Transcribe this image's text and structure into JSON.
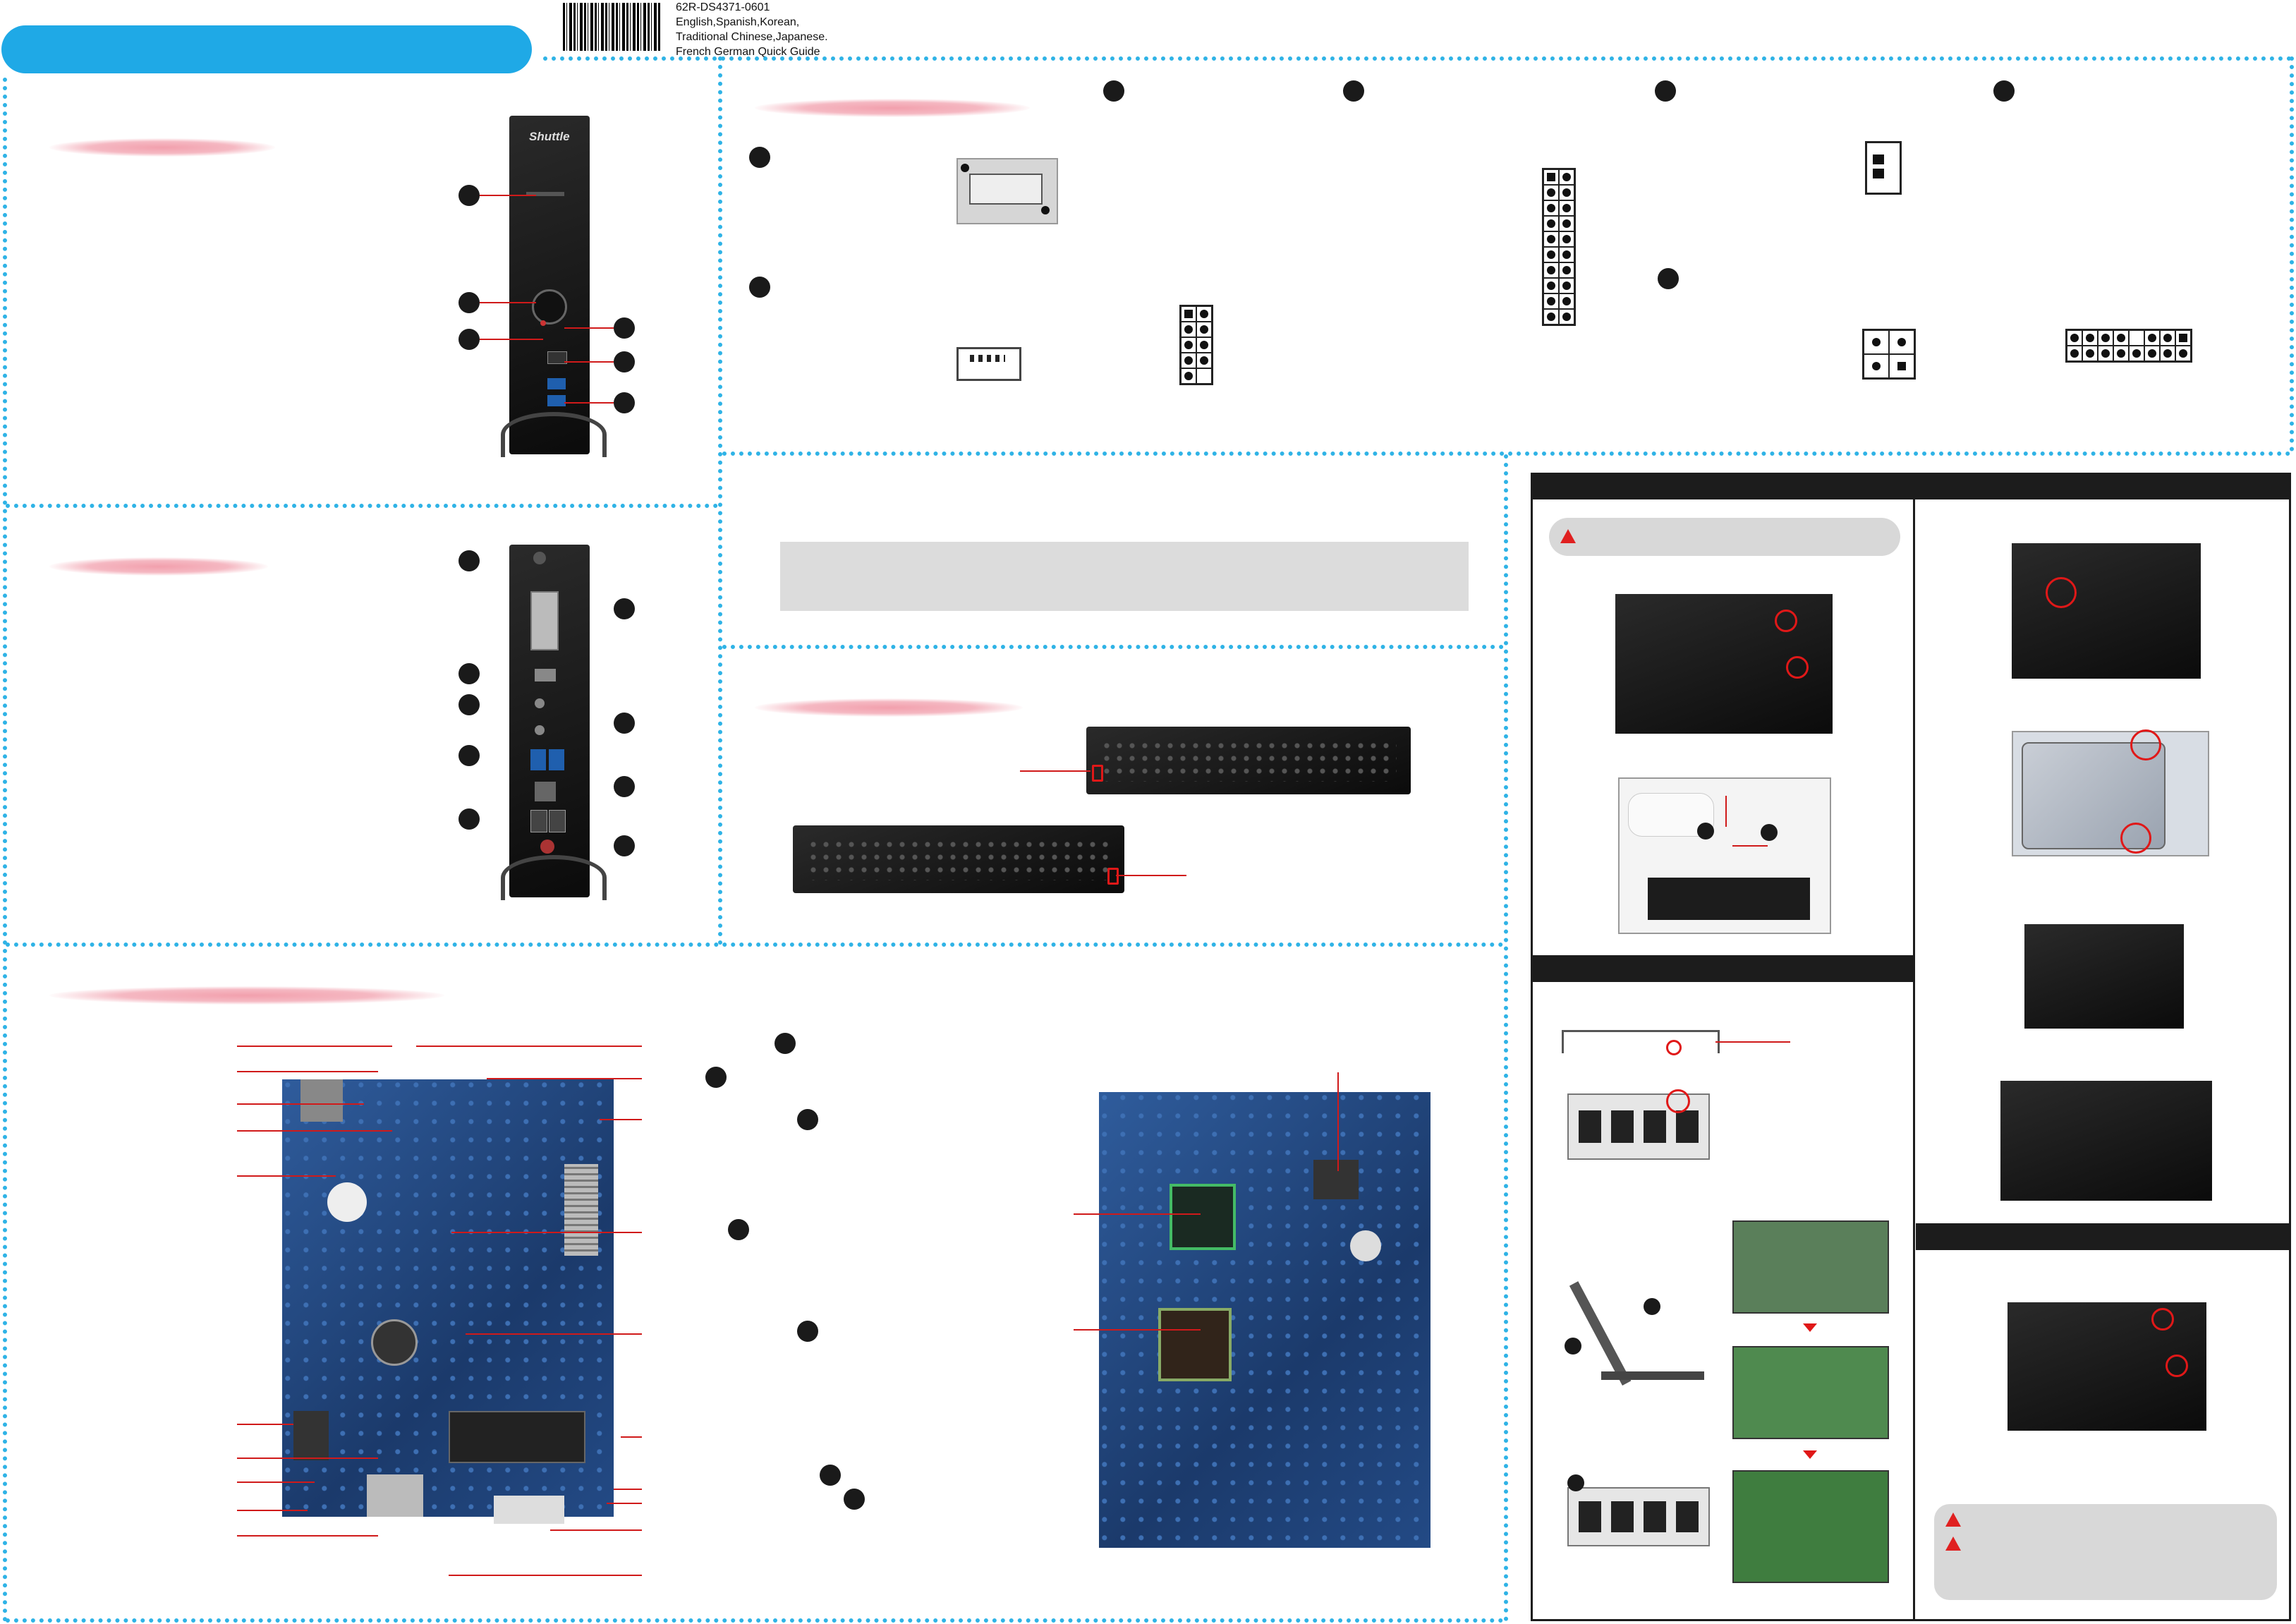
{
  "doc": {
    "code": "62R-DS4371-0601",
    "languages_line1": "English,Spanish,Korean,",
    "languages_line2": "Traditional Chinese,Japanese.",
    "languages_line3": "French  German Quick Guide"
  },
  "front_panel": {
    "brand": "Shuttle"
  },
  "colors": {
    "accent": "#1fa9e6",
    "dots": "#2fb3e6",
    "highlight_red": "#e01818",
    "panel_dark": "#1c1c1c"
  }
}
